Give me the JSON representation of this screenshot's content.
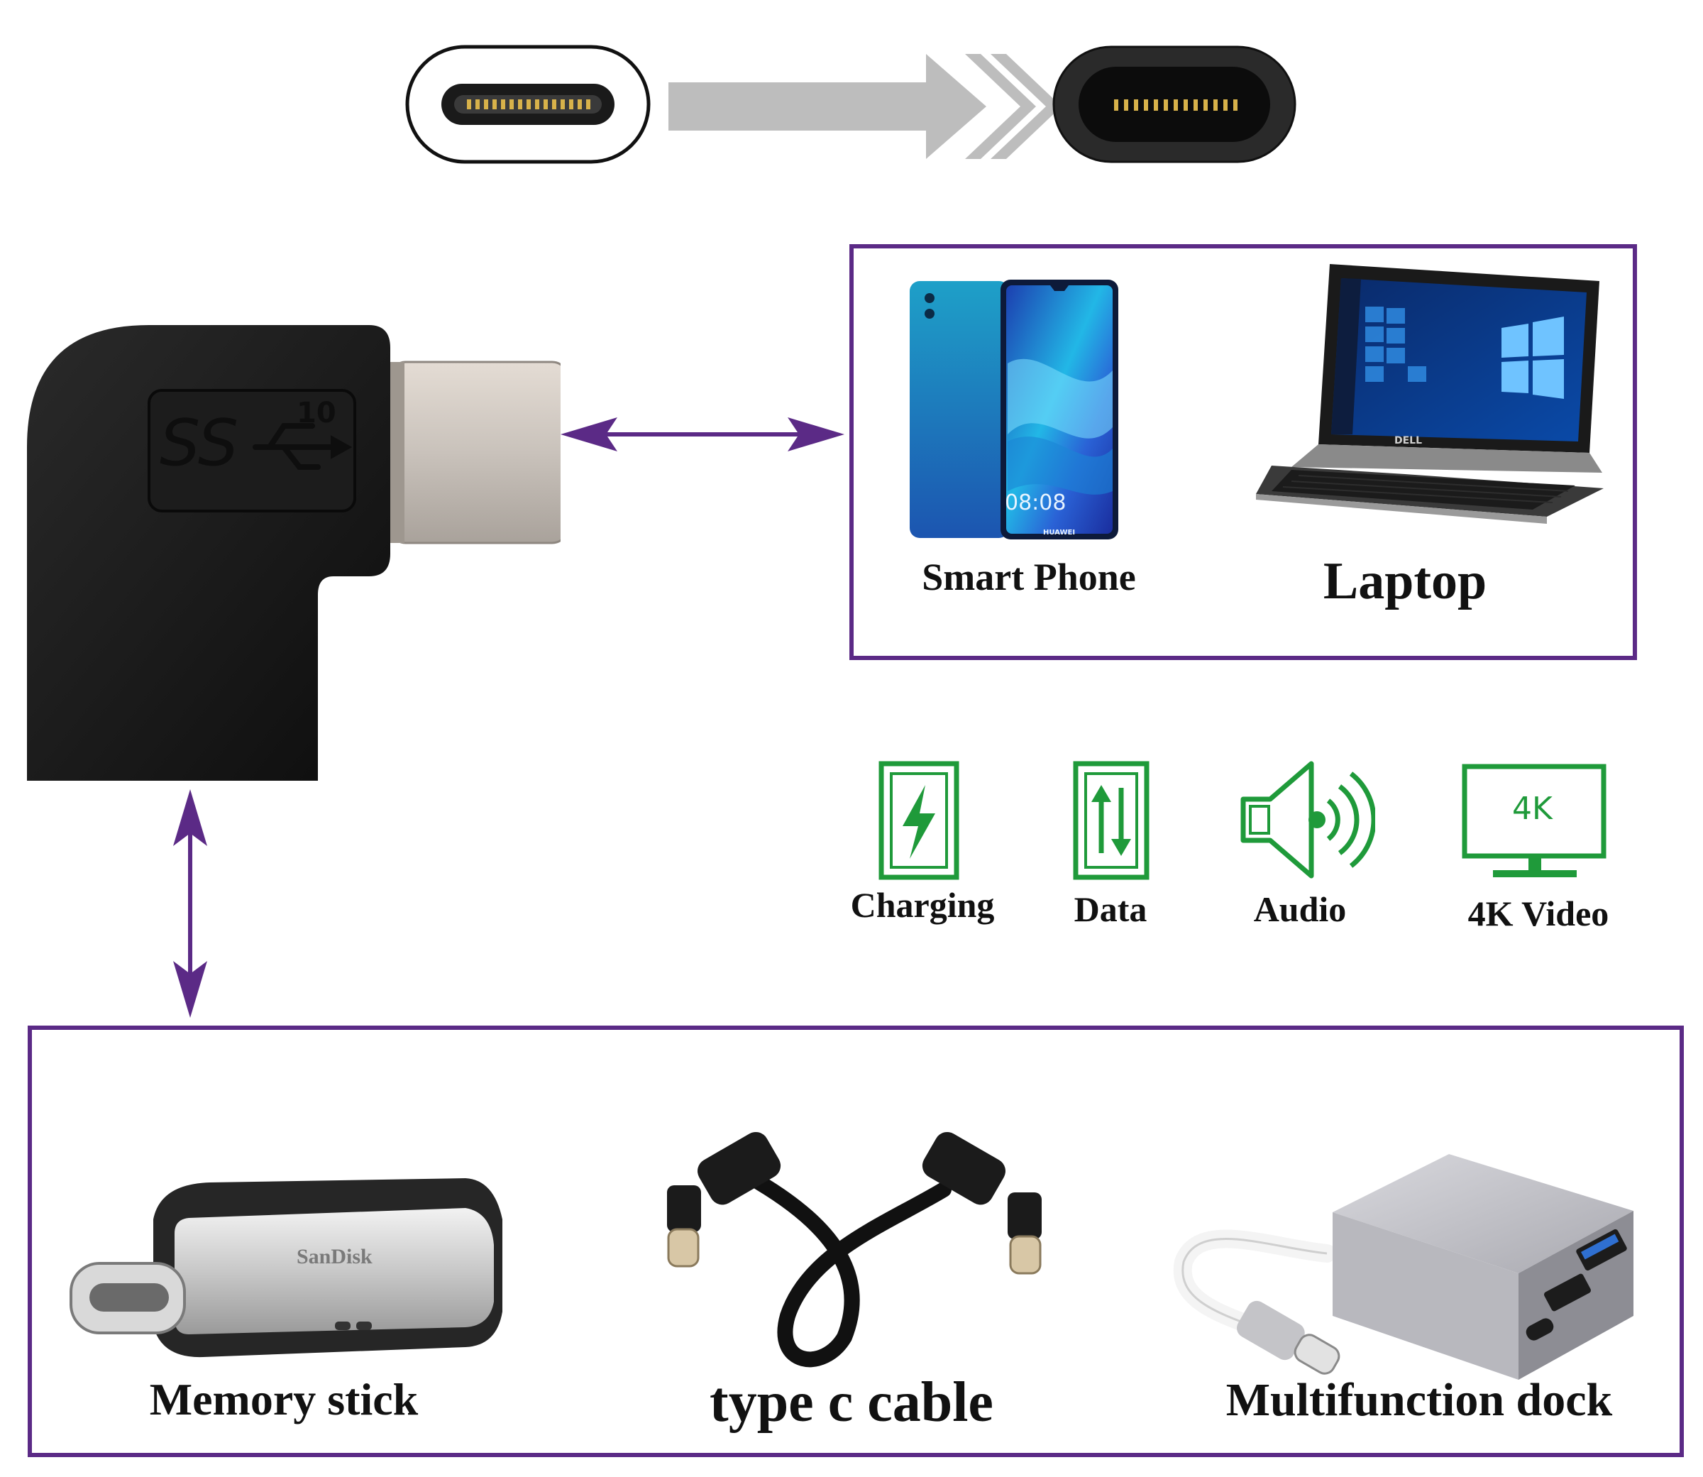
{
  "colors": {
    "frame": "#5b2a86",
    "arrow": "#5b2a86",
    "feature_green": "#1f9a3a",
    "adapter_black": "#141414",
    "plug_silver": "#cfcfcf",
    "conversion_arrow": "#bdbdbd"
  },
  "adapter": {
    "logo_text": "SS",
    "logo_superscript": "10"
  },
  "devices_top": {
    "phone": {
      "label": "Smart Phone",
      "screen_time": "08:08",
      "brand": "HUAWEI"
    },
    "laptop": {
      "label": "Laptop",
      "brand": "DELL"
    }
  },
  "features": [
    {
      "icon": "charging-icon",
      "label": "Charging"
    },
    {
      "icon": "data-transfer-icon",
      "label": "Data"
    },
    {
      "icon": "audio-icon",
      "label": "Audio"
    },
    {
      "icon": "monitor-4k-icon",
      "label": "4K Video",
      "icon_text": "4K"
    }
  ],
  "devices_bottom": {
    "memory_stick": {
      "label": "Memory stick",
      "brand": "SanDisk"
    },
    "cable": {
      "label": "type c cable"
    },
    "dock": {
      "label": "Multifunction dock"
    }
  }
}
